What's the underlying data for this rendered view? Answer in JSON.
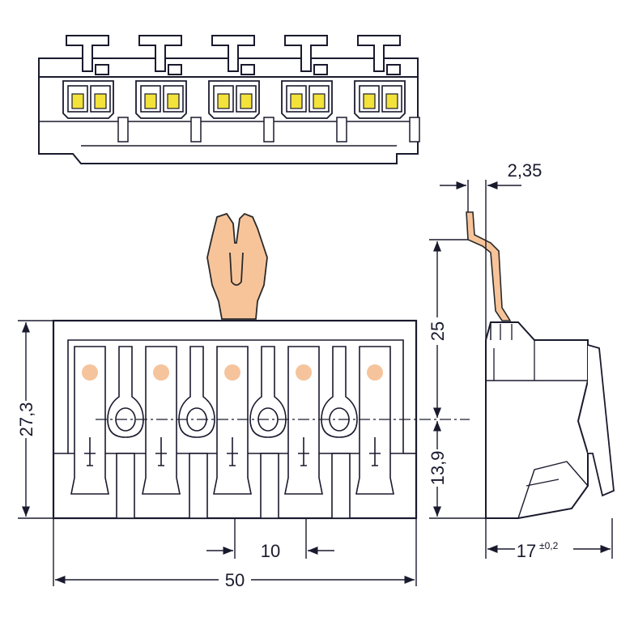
{
  "colors": {
    "outline": "#1a1a2e",
    "body_fill": "#ffffff",
    "copper": "#f7c49a",
    "copper_stroke": "#2a2a2a",
    "clamp_yellow": "#f2e23a",
    "contact_dot": "#f5c49c"
  },
  "dimensions": {
    "width_total": "50",
    "pitch": "10",
    "height_total": "27,3",
    "pin_height": "25",
    "lower_height": "13,9",
    "pin_thickness": "2,35",
    "depth": "17",
    "depth_tolerance": "±0,2"
  }
}
